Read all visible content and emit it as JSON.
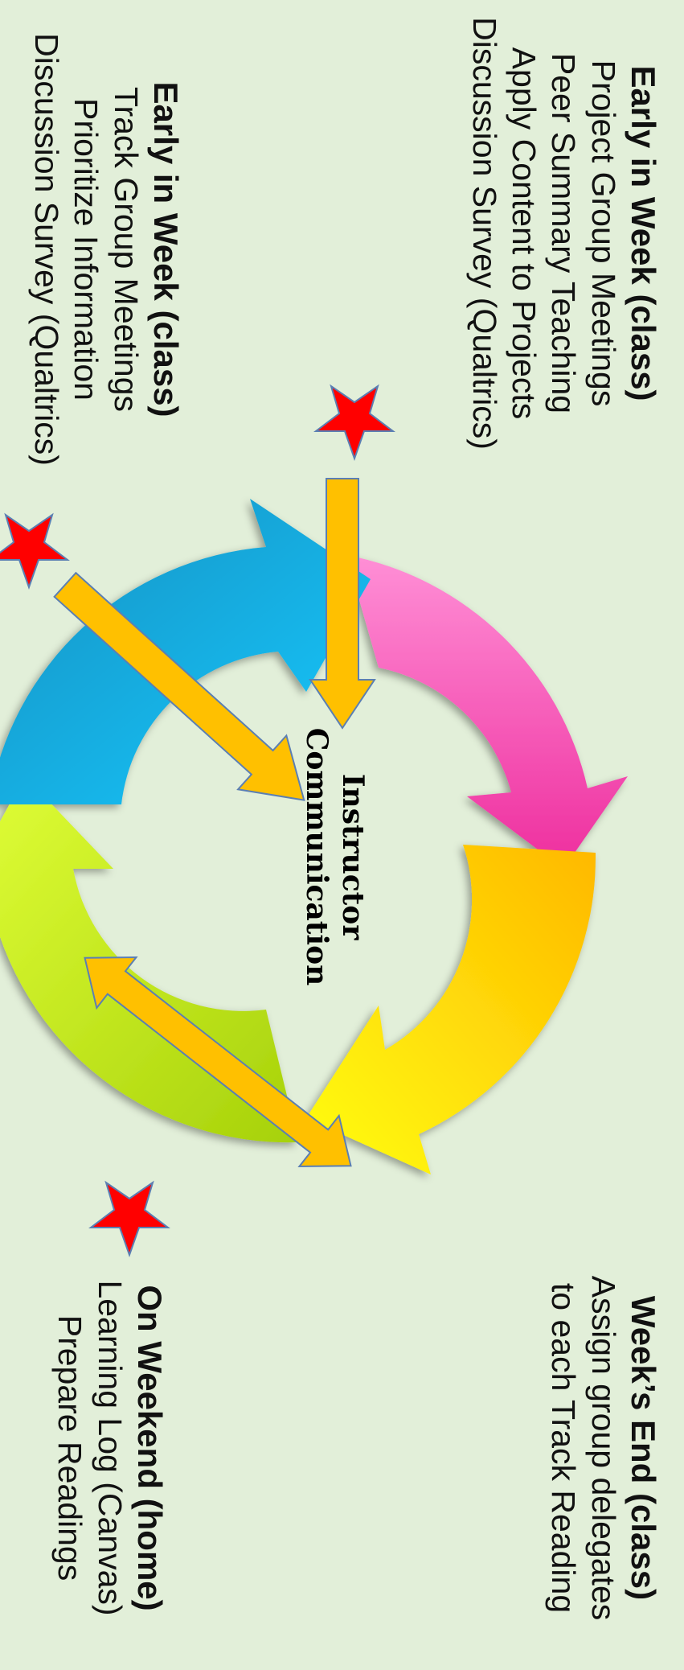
{
  "blocks": [
    {
      "id": "top-right",
      "heading": "Early in Week (class)",
      "lines": [
        "Project Group Meetings",
        "Peer Summary Teaching",
        "Apply Content to Projects",
        "Discussion Survey (Qualtrics)"
      ]
    },
    {
      "id": "top-left",
      "heading": "Early in Week (class)",
      "lines": [
        "Track Group Meetings",
        "Prioritize Information",
        "Discussion Survey (Qualtrics)"
      ]
    },
    {
      "id": "bottom-right",
      "heading": "Week’s End (class)",
      "lines": [
        "Assign group delegates",
        "to each Track Reading"
      ]
    },
    {
      "id": "bottom-left",
      "heading": "On Weekend (home)",
      "lines": [
        "Learning Log (Canvas)",
        "Prepare Readings"
      ]
    }
  ],
  "center": {
    "line1": "Instructor",
    "line2": "Communication"
  },
  "colors": {
    "background": "#e2efd9",
    "arrow_orange": "#ffc000",
    "star_red": "#ff0000",
    "cycle_pink": "#ff5ec4",
    "cycle_yellow": "#ffe600",
    "cycle_green": "#c8ec2c",
    "cycle_blue": "#14b8ee"
  }
}
